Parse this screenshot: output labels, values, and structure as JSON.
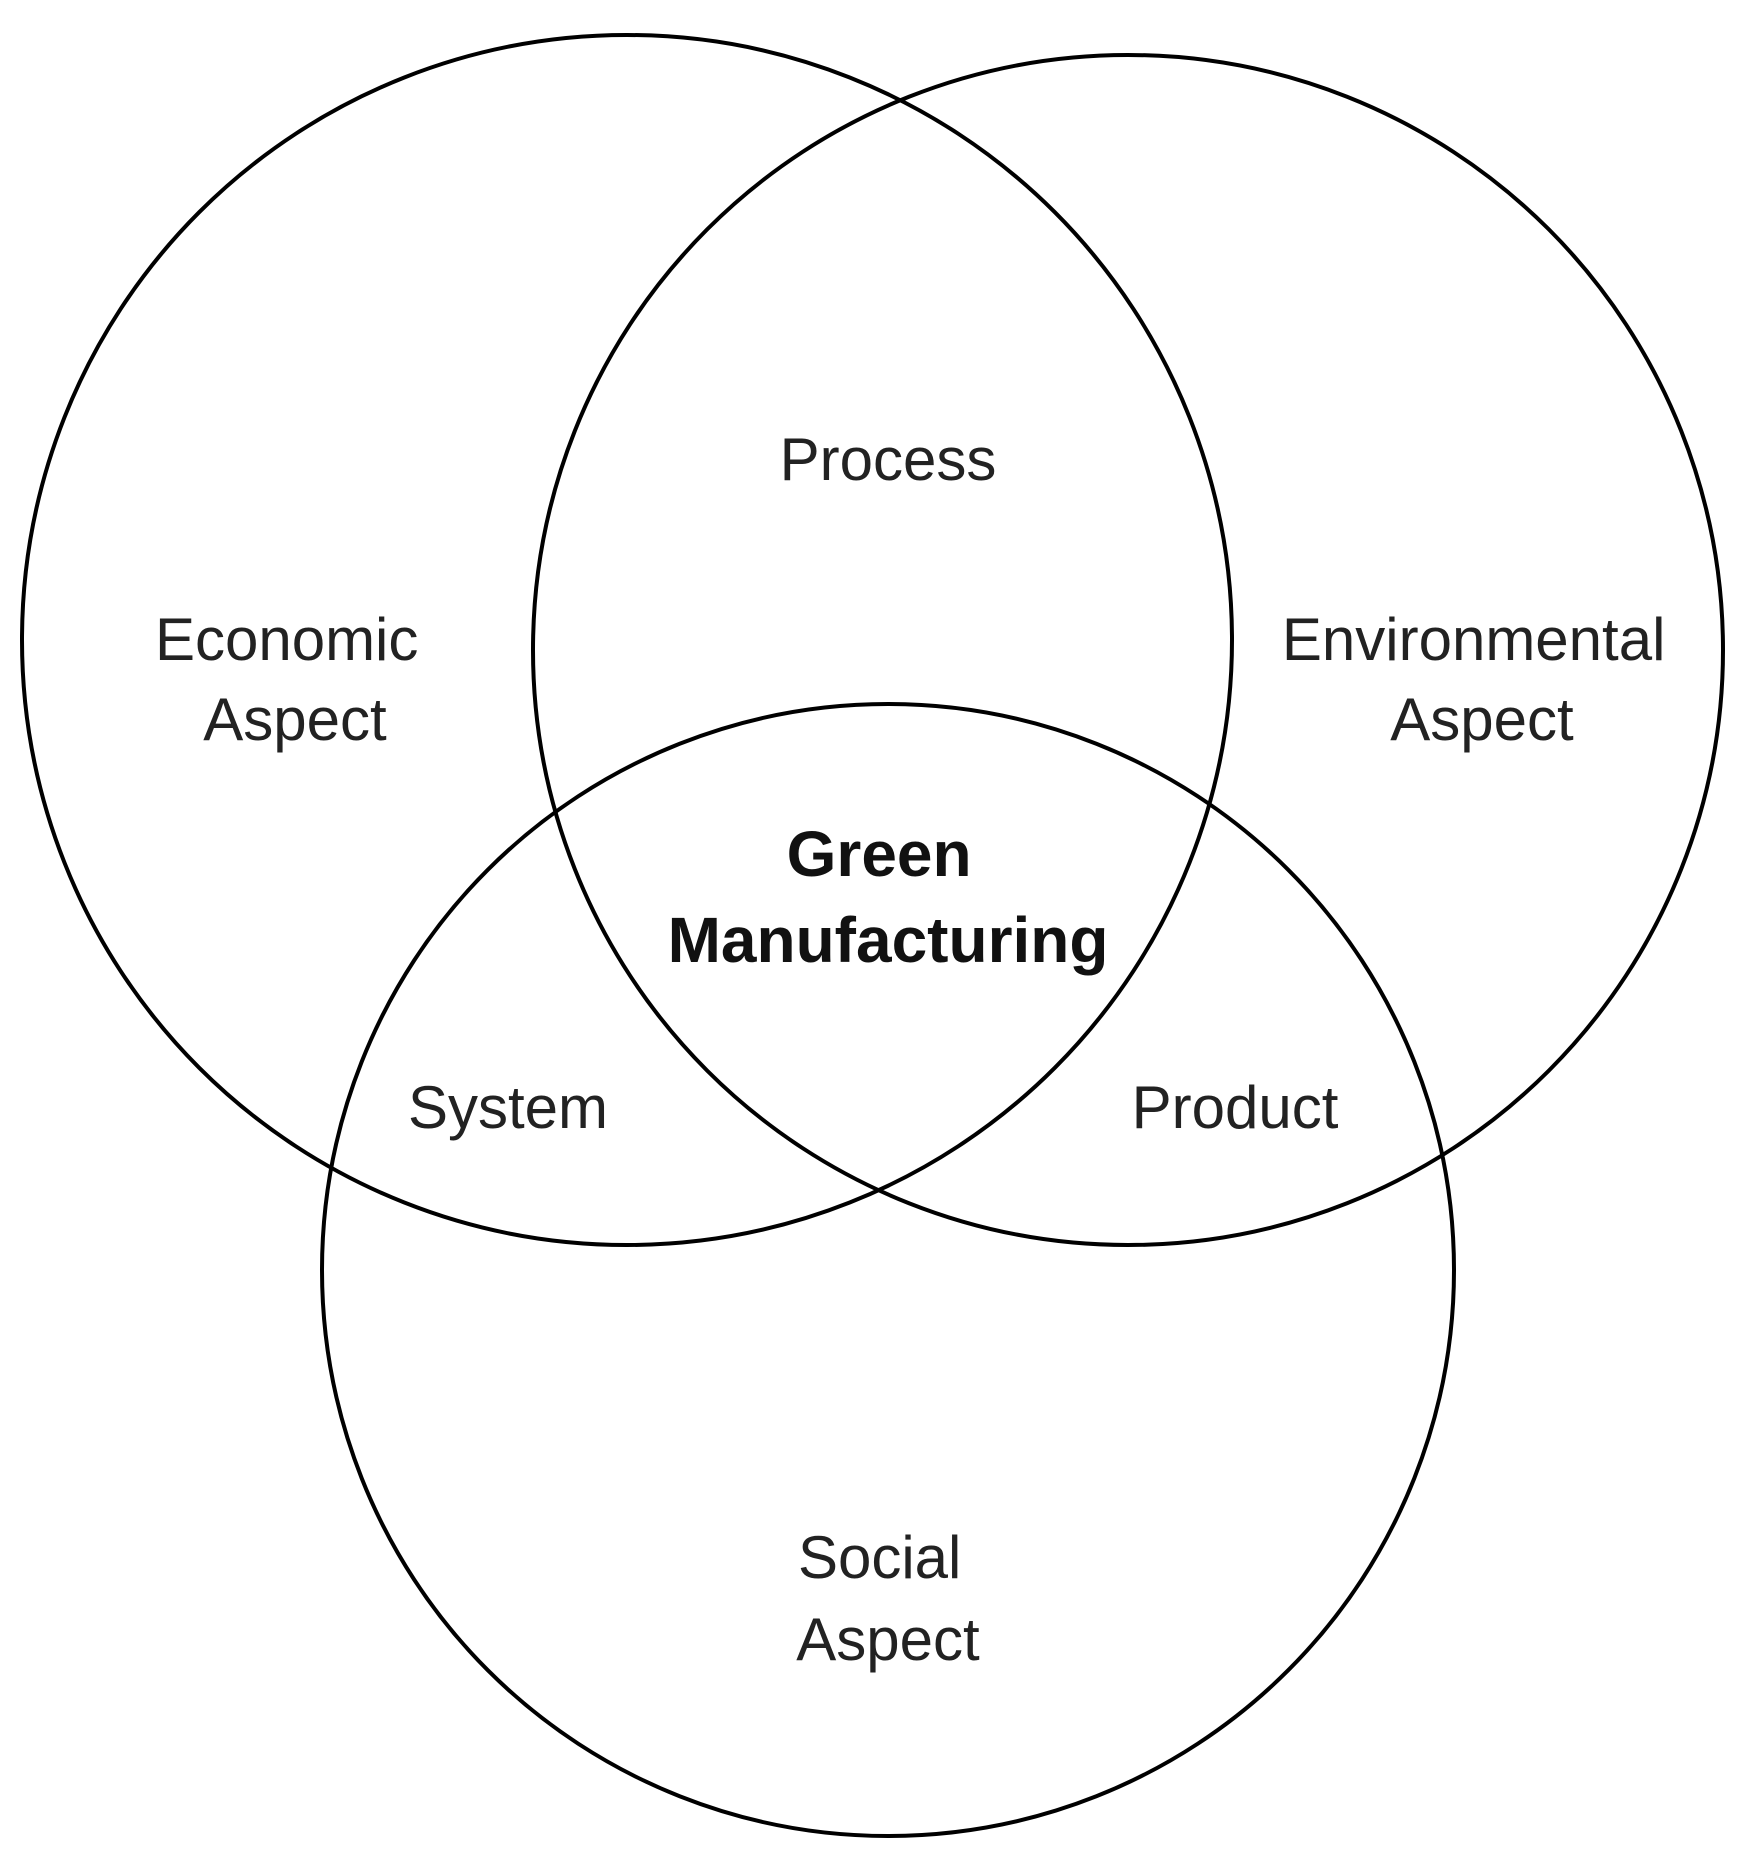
{
  "venn": {
    "sets": {
      "economic": {
        "line1": "Economic",
        "line2": "Aspect"
      },
      "environmental": {
        "line1": "Environmental",
        "line2": "Aspect"
      },
      "social": {
        "line1": "Social",
        "line2": "Aspect"
      }
    },
    "intersections": {
      "economic_environmental": "Process",
      "economic_social": "System",
      "environmental_social": "Product"
    },
    "center": {
      "line1": "Green",
      "line2": "Manufacturing"
    }
  },
  "colors": {
    "stroke": "#000000",
    "text": "#222222",
    "background": "#ffffff"
  }
}
